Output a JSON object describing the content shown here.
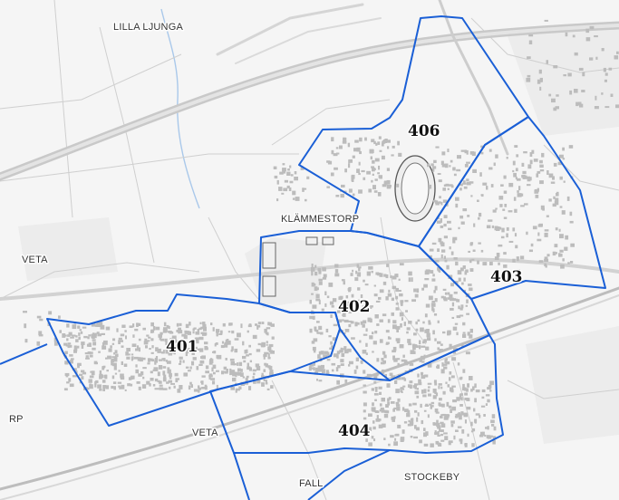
{
  "map": {
    "colors": {
      "background": "#f4f4f4",
      "boundary": "#1a5fd6",
      "road_major": "#c8c8c8",
      "road_minor": "#d6d6d6",
      "building": "#bdbdbd",
      "water": "#a9c8ea"
    },
    "place_labels": [
      {
        "id": "lilla-ljunga",
        "text": "LILLA LJUNGA"
      },
      {
        "id": "klammestorp",
        "text": "KLÄMMESTORP"
      },
      {
        "id": "veta-west",
        "text": "VETA"
      },
      {
        "id": "veta-south",
        "text": "VETA"
      },
      {
        "id": "rp",
        "text": "RP"
      },
      {
        "id": "fall",
        "text": "FALL"
      },
      {
        "id": "stockeby",
        "text": "STOCKEBY"
      }
    ],
    "district_labels": [
      {
        "id": "401",
        "text": "401"
      },
      {
        "id": "402",
        "text": "402"
      },
      {
        "id": "403",
        "text": "403"
      },
      {
        "id": "404",
        "text": "404"
      },
      {
        "id": "406",
        "text": "406"
      }
    ]
  }
}
